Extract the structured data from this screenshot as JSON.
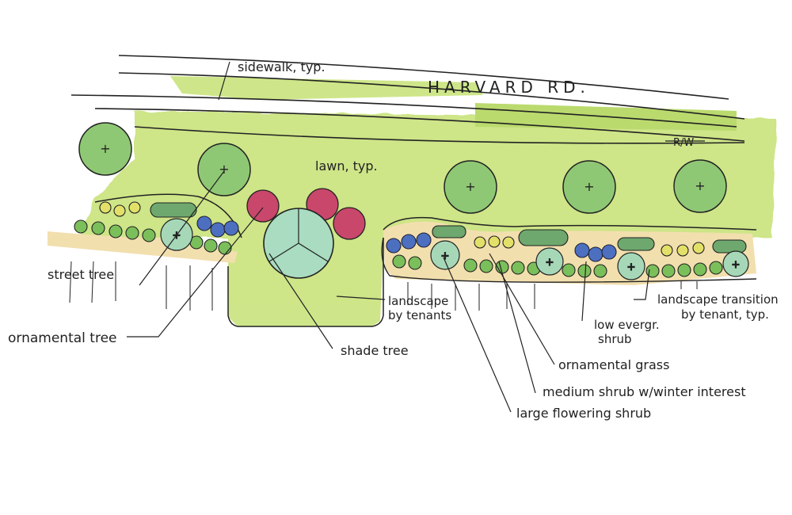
{
  "title": "HARVARD RD.",
  "labels": {
    "sidewalk": "sidewalk, typ.",
    "row": "R/W",
    "lawn": "lawn, typ.",
    "street_tree": "street tree",
    "ornamental_tree": "ornamental tree",
    "shade_tree": "shade tree",
    "landscape_tenants_1": "landscape",
    "landscape_tenants_2": "by tenants",
    "low_evergreen_1": "low evergr.",
    "low_evergreen_2": "shrub",
    "transition_1": "landscape transition",
    "transition_2": "by tenant, typ.",
    "ornamental_grass": "ornamental grass",
    "medium_shrub": "medium shrub w/winter interest",
    "large_shrub": "large flowering shrub"
  },
  "colors": {
    "lawn": "#c9e37c",
    "lawn_dark": "#b3d65f",
    "street_tree": "#8fc874",
    "shade_tree": "#a9dcc0",
    "ornamental_tree": "#c9476b",
    "bed": "#f2dfae",
    "small_shrub": "#7bbf5b",
    "low_evergreen": "#4c6fc0",
    "ornamental_grass": "#e3e06a",
    "medium_shrub": "#8bc99a",
    "large_shrub": "#a6d8b8",
    "ink": "#222222"
  }
}
